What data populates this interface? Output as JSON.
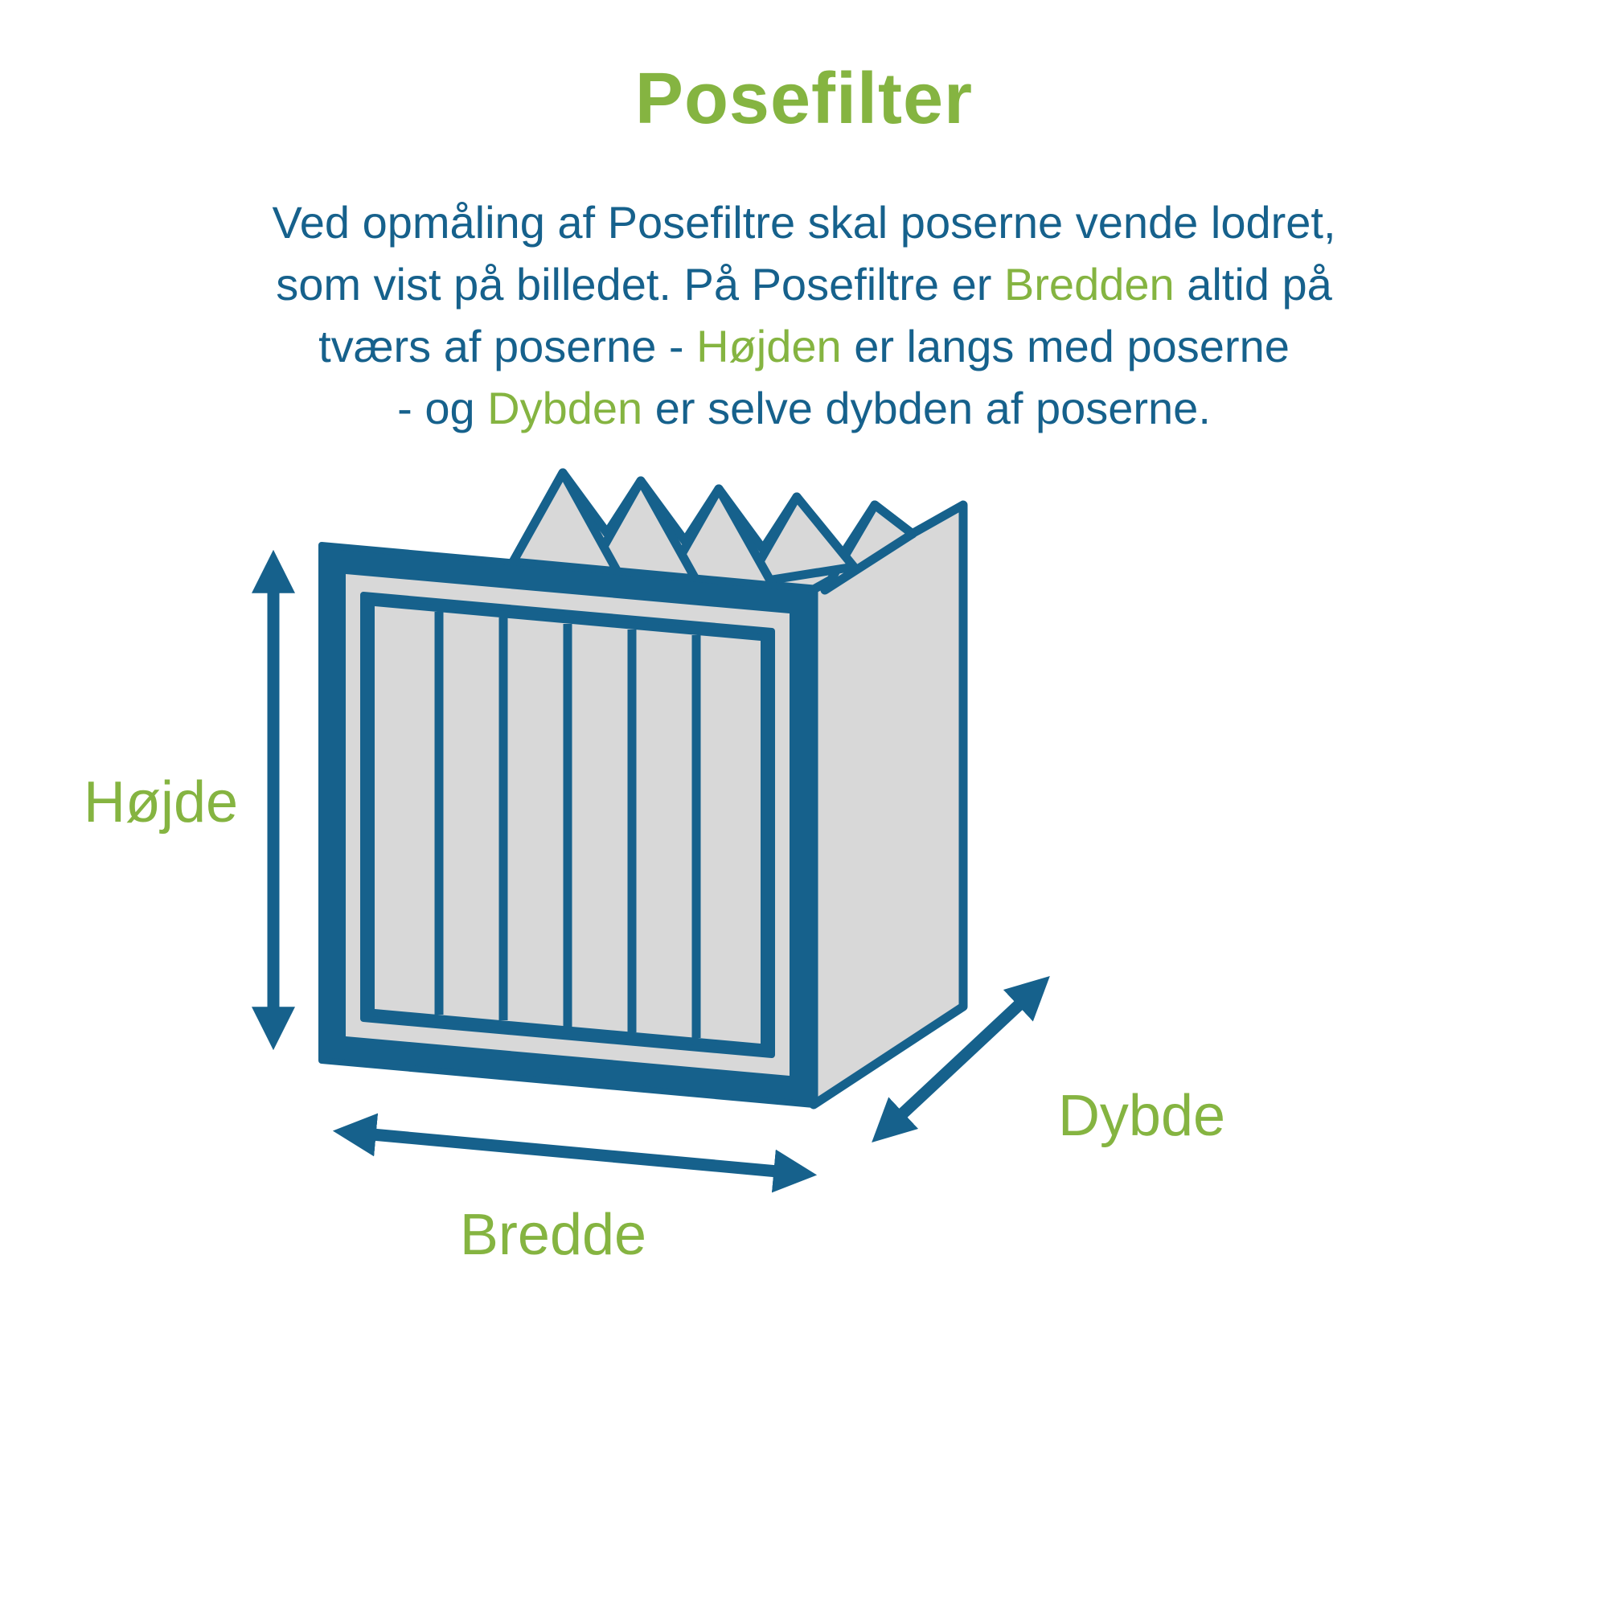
{
  "colors": {
    "green": "#85B441",
    "blue": "#16618C",
    "gray": "#D8D8D8",
    "background": "#FFFFFF"
  },
  "title": "Posefilter",
  "description": {
    "lines": [
      {
        "segments": [
          {
            "text": "Ved opmåling af Posefiltre skal poserne vende lodret,",
            "color": "blue"
          }
        ]
      },
      {
        "segments": [
          {
            "text": "som vist på billedet. På Posefiltre er ",
            "color": "blue"
          },
          {
            "text": "Bredden",
            "color": "green"
          },
          {
            "text": " altid på",
            "color": "blue"
          }
        ]
      },
      {
        "segments": [
          {
            "text": "tværs af poserne - ",
            "color": "blue"
          },
          {
            "text": "Højden",
            "color": "green"
          },
          {
            "text": " er langs med poserne",
            "color": "blue"
          }
        ]
      },
      {
        "segments": [
          {
            "text": "- og ",
            "color": "blue"
          },
          {
            "text": "Dybden",
            "color": "green"
          },
          {
            "text": " er selve dybden af poserne.",
            "color": "blue"
          }
        ]
      }
    ]
  },
  "diagram": {
    "labels": {
      "height": "Højde",
      "width": "Bredde",
      "depth": "Dybde"
    }
  }
}
